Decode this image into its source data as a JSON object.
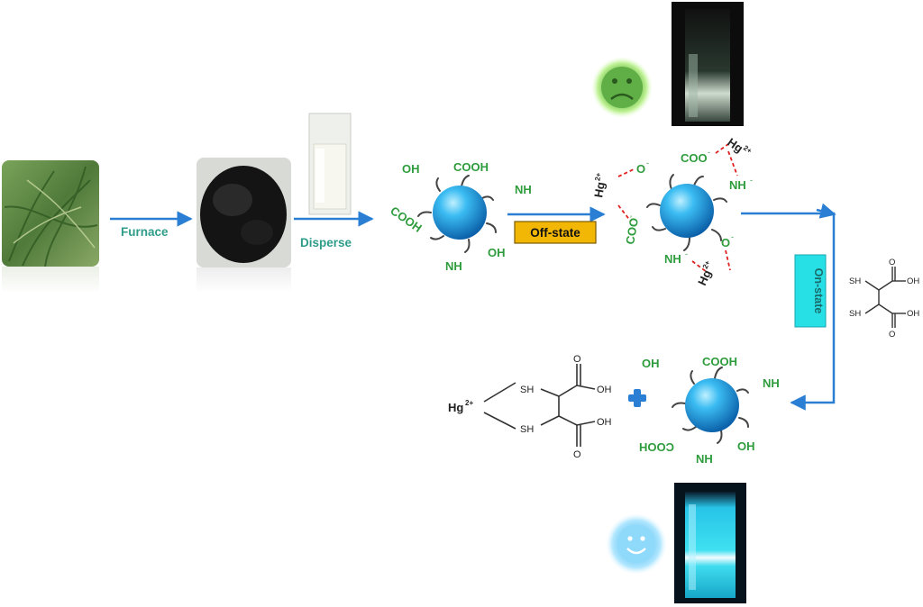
{
  "steps": {
    "furnace": "Furnace",
    "disperse": "Disperse",
    "off_state": "Off-state",
    "on_state": "On-state"
  },
  "groups": {
    "oh": "OH",
    "cooh": "COOH",
    "nh": "NH",
    "coo_minus": "COO",
    "o_minus": "O",
    "nh_minus": "NH",
    "minus": "-",
    "hg": "Hg",
    "hg_charge": "2+"
  },
  "molecule": {
    "sh": "SH",
    "oh": "OH",
    "o": "O"
  },
  "icons": {
    "sad": "sad-face-icon",
    "happy": "happy-face-icon",
    "plus": "plus-icon"
  },
  "colors": {
    "arrow": "#2a7fd4",
    "group_text": "#2e9c3c",
    "off_state_bg": "#f2b705",
    "on_state_bg": "#27e0e6",
    "nanoparticle": "#1a9fe0",
    "glow_green": "#9be86a",
    "glow_blue": "#7fd8ff",
    "bond_dashed": "#e02020"
  }
}
